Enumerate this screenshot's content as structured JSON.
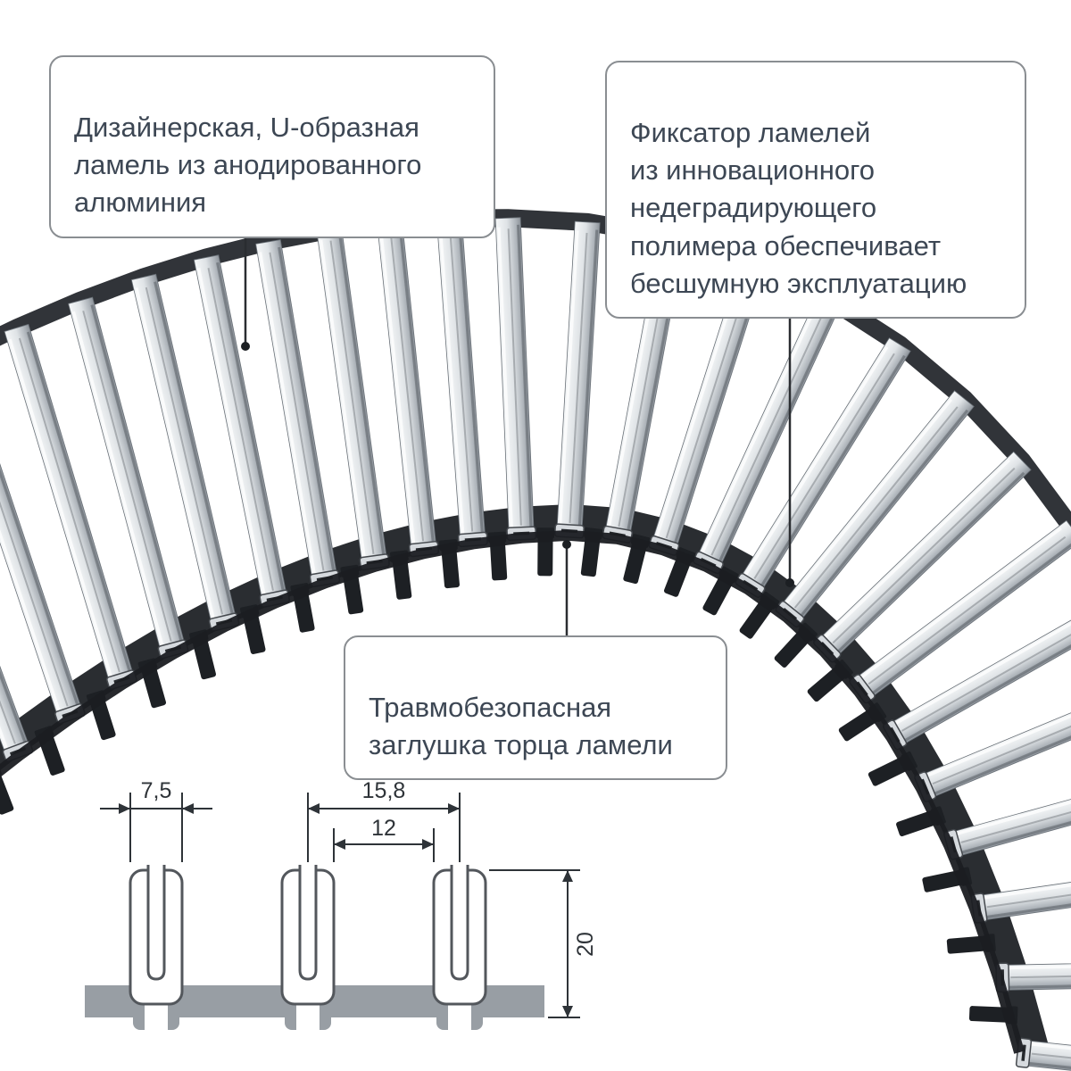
{
  "callouts": {
    "lamella": "Дизайнерская, U-образная\nламель из анодированного\nалюминия",
    "fixator": "Фиксатор ламелей\nиз инновационного\nнедеградирующего\nполимера обеспечивает\nбесшумную эксплуатацию",
    "endcap": "Травмобезопасная\nзаглушка торца ламели"
  },
  "dimensions": {
    "channel_width": "7,5",
    "pitch": "15,8",
    "inner_gap": "12",
    "height": "20"
  },
  "colors": {
    "text": "#3d4754",
    "callout_border": "#8a8e92",
    "polymer_dark": "#1d2024",
    "band_dark": "#26292e",
    "metal_light": "#f5f7f8",
    "metal_mid": "#dfe3e6",
    "metal_deep": "#aeb4ba",
    "metal_dark": "#8d939a",
    "drawing_gray": "#989ea4",
    "line": "#2e3338"
  }
}
